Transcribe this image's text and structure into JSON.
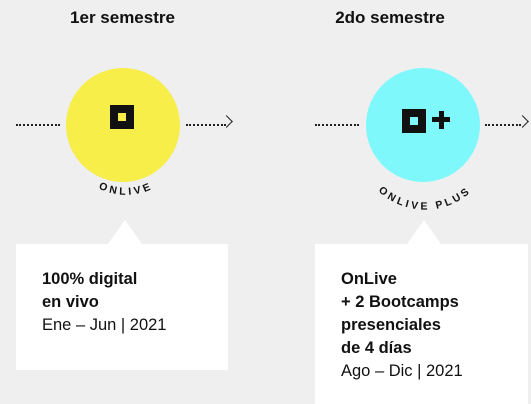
{
  "semesters": [
    {
      "title": "1er semestre",
      "badge": "ONLIVE",
      "circle_color": "#f7ee4a",
      "logo": "square-logo-icon",
      "card_lines_bold": [
        "100% digital",
        "en vivo"
      ],
      "period": "Ene – Jun | 2021"
    },
    {
      "title": "2do semestre",
      "badge": "ONLIVE PLUS",
      "circle_color": "#7ff8fb",
      "logo": "square-plus-logo-icon",
      "card_lines_bold": [
        "OnLive",
        "+ 2 Bootcamps",
        "presenciales",
        "de 4 días"
      ],
      "period": "Ago – Dic | 2021"
    }
  ]
}
